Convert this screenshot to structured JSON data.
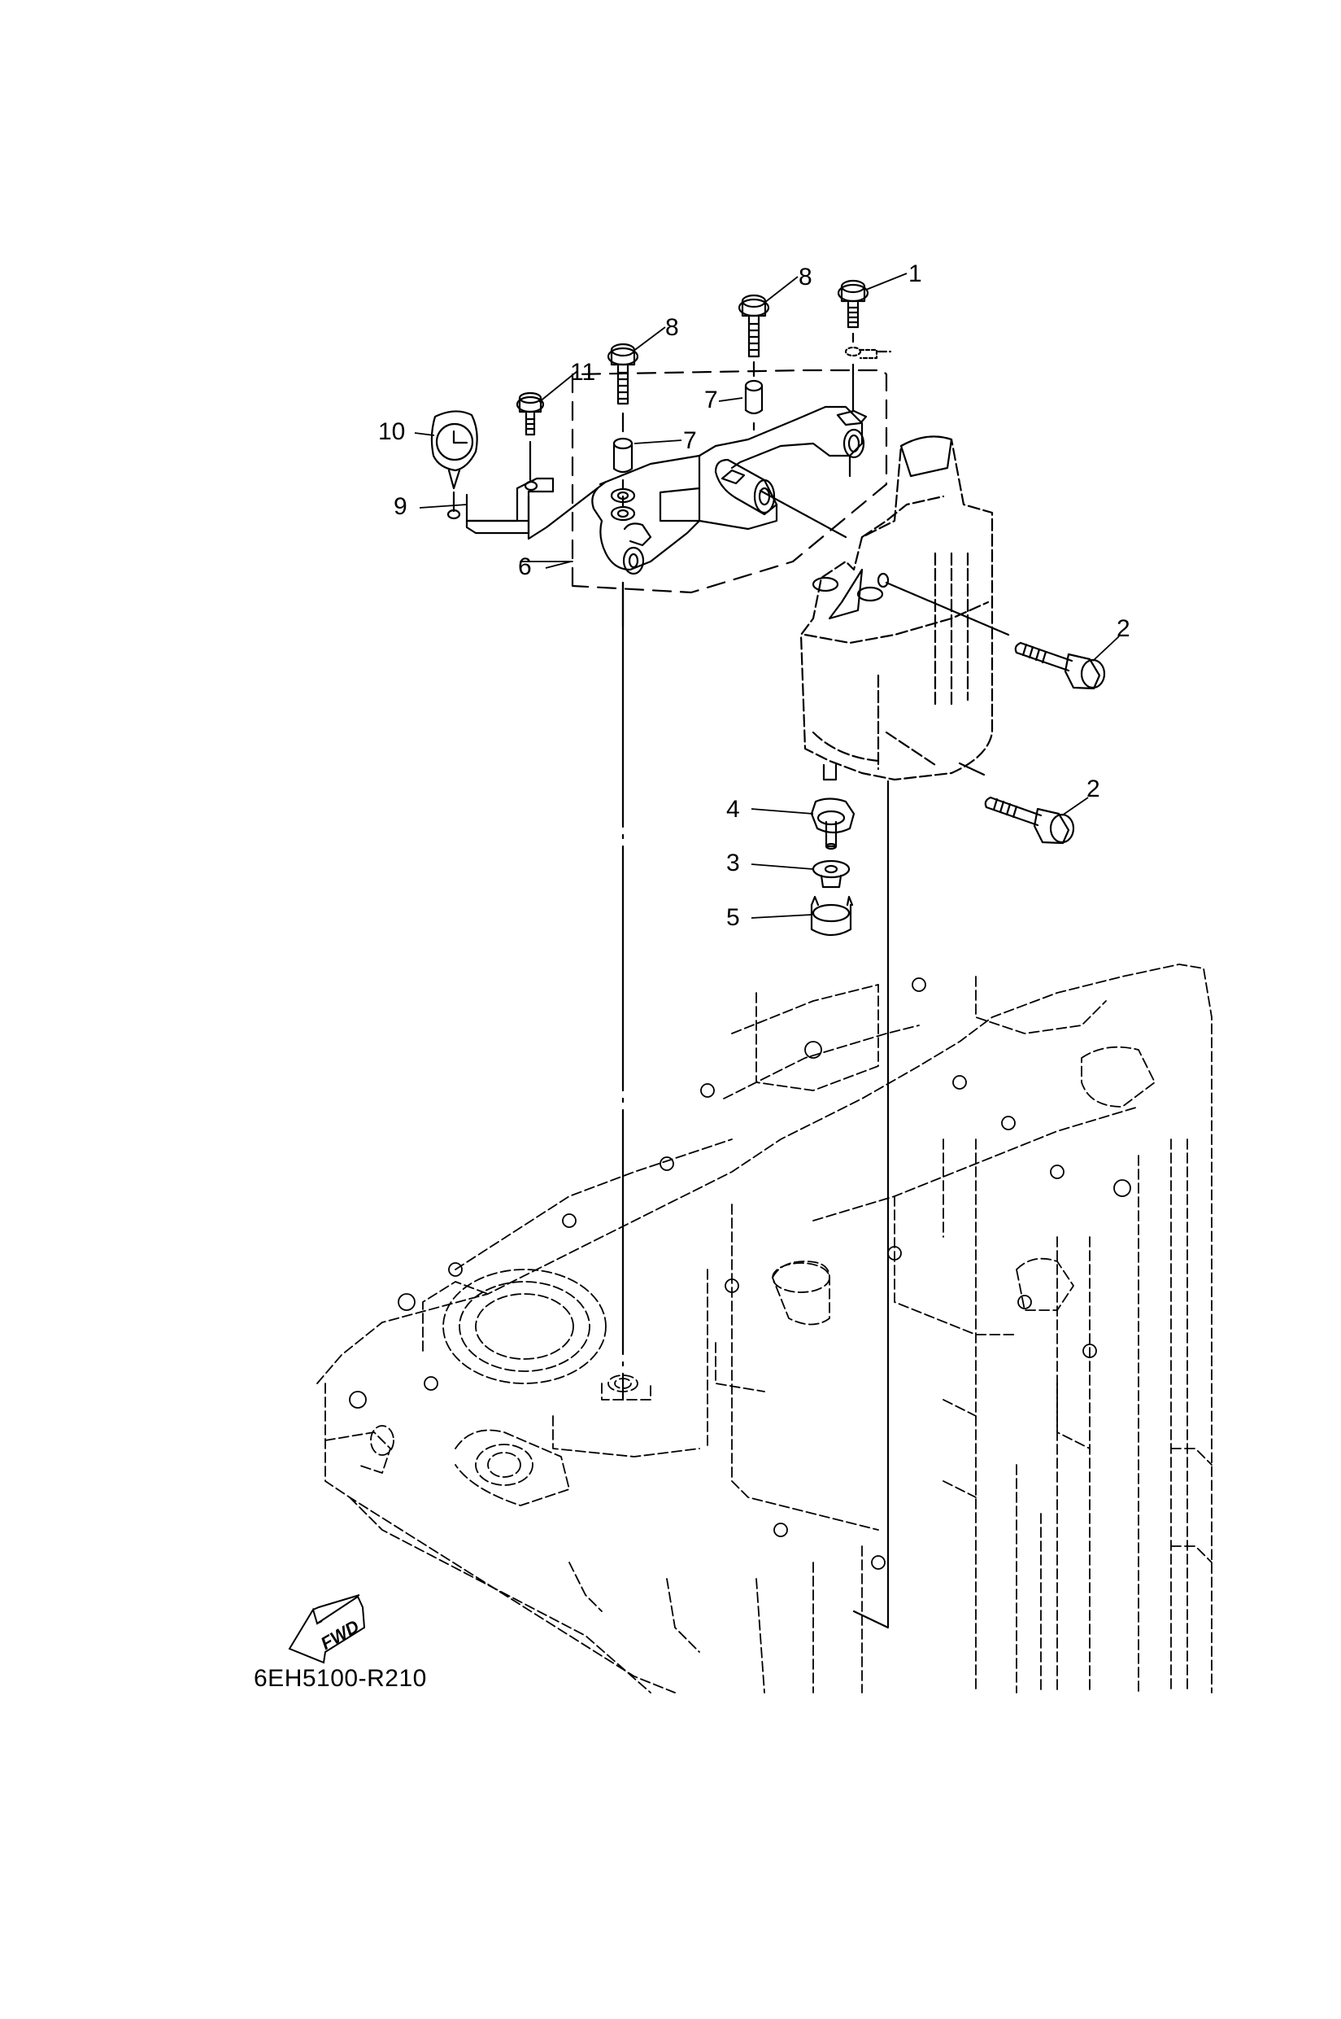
{
  "diagram": {
    "title": "Electrical / Starter Motor Parts Diagram",
    "drawing_code": "6EH5100-R210",
    "direction_indicator": "FWD",
    "callouts": [
      {
        "ref": "1",
        "part": "bolt"
      },
      {
        "ref": "2",
        "part": "bolt (upper)"
      },
      {
        "ref": "2",
        "part": "bolt (lower)"
      },
      {
        "ref": "3",
        "part": "nut"
      },
      {
        "ref": "4",
        "part": "terminal"
      },
      {
        "ref": "5",
        "part": "cap"
      },
      {
        "ref": "6",
        "part": "bracket assembly"
      },
      {
        "ref": "7",
        "part": "collar (upper)"
      },
      {
        "ref": "7",
        "part": "collar (lower)"
      },
      {
        "ref": "8",
        "part": "bolt (right)"
      },
      {
        "ref": "8",
        "part": "bolt (left)"
      },
      {
        "ref": "9",
        "part": "bracket"
      },
      {
        "ref": "10",
        "part": "clamp"
      },
      {
        "ref": "11",
        "part": "bolt"
      }
    ],
    "colors": {
      "line": "#000000",
      "background": "#ffffff"
    }
  }
}
